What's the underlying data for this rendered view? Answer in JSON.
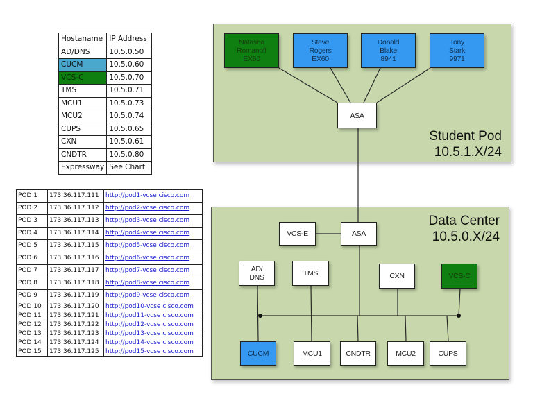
{
  "hostname_table": {
    "headers": [
      "Hostaname",
      "IP Address"
    ],
    "rows": [
      {
        "host": "AD/DNS",
        "ip": "10.5.0.50"
      },
      {
        "host": "CUCM",
        "ip": "10.5.0.60"
      },
      {
        "host": "VCS-C",
        "ip": "10.5.0.70"
      },
      {
        "host": "TMS",
        "ip": "10.5.0.71"
      },
      {
        "host": "MCU1",
        "ip": "10.5.0.73"
      },
      {
        "host": "MCU2",
        "ip": "10.5.0.74"
      },
      {
        "host": "CUPS",
        "ip": "10.5.0.65"
      },
      {
        "host": "CXN",
        "ip": "10.5.0.61"
      },
      {
        "host": "CNDTR",
        "ip": "10.5.0.80"
      },
      {
        "host": "Expressway",
        "ip": "See Chart"
      }
    ],
    "highlight_colors": {
      "CUCM": "#4aa8cc",
      "VCS-C": "#0e7f10"
    }
  },
  "pod_table": {
    "rows": [
      {
        "pod": "POD 1",
        "ip": "173.36.117.111",
        "url": "http://pod1-vcse cisco.com"
      },
      {
        "pod": "POD 2",
        "ip": "173.36.117.112",
        "url": "http://pod2-vcse cisco.com"
      },
      {
        "pod": "POD 3",
        "ip": "173.36.117.113",
        "url": "http://pod3-vcse cisco.com"
      },
      {
        "pod": "POD 4",
        "ip": "173.36.117.114",
        "url": "http://pod4-vcse cisco.com"
      },
      {
        "pod": "POD 5",
        "ip": "173.36.117.115",
        "url": "http://pod5-vcse cisco.com"
      },
      {
        "pod": "POD 6",
        "ip": "173.36.117.116",
        "url": "http://pod6-vcse cisco.com"
      },
      {
        "pod": "POD 7",
        "ip": "173.36.117.117",
        "url": "http://pod7-vcse cisco.com"
      },
      {
        "pod": "POD 8",
        "ip": "173.36.117.118",
        "url": "http://pod8-vcse cisco.com"
      },
      {
        "pod": "POD 9",
        "ip": "173.36.117.119",
        "url": "http://pod9-vcse cisco.com"
      },
      {
        "pod": "POD 10",
        "ip": "173.36.117.120",
        "url": "http://pod10-vcse cisco.com"
      },
      {
        "pod": "POD 11",
        "ip": "173.36.117.121",
        "url": "http://pod11-vcse cisco.com"
      },
      {
        "pod": "POD 12",
        "ip": "173.36.117.122",
        "url": "http://pod12-vcse cisco.com"
      },
      {
        "pod": "POD 13",
        "ip": "173.36.117.123",
        "url": "http://pod13-vcse cisco.com"
      },
      {
        "pod": "POD 14",
        "ip": "173.36.117.124",
        "url": "http://pod14-vcse cisco.com"
      },
      {
        "pod": "POD 15",
        "ip": "173.36.117.125",
        "url": "http://pod15-vcse cisco.com"
      }
    ]
  },
  "student_pod": {
    "title": "Student Pod",
    "subnet": "10.5.1.X/24",
    "background": "#c8d8ac",
    "endpoints": [
      {
        "label": "Natasha\nRomanoff\nEX60",
        "color": "green"
      },
      {
        "label": "Steve\nRogers\nEX60",
        "color": "blue"
      },
      {
        "label": "Donald\nBlake\n8941",
        "color": "blue"
      },
      {
        "label": "Tony\nStark\n9971",
        "color": "blue"
      }
    ],
    "firewall": "ASA"
  },
  "data_center": {
    "title": "Data Center",
    "subnet": "10.5.0.X/24",
    "background": "#c8d8ac",
    "nodes": {
      "asa": "ASA",
      "vcs_e": "VCS-E",
      "ad_dns": "AD/\nDNS",
      "tms": "TMS",
      "cxn": "CXN",
      "vcs_c": "VCS-C",
      "cucm": "CUCM",
      "mcu1": "MCU1",
      "cndtr": "CNDTR",
      "mcu2": "MCU2",
      "cups": "CUPS"
    }
  },
  "colors": {
    "green_node": "#0e7f10",
    "blue_node": "#3599f2",
    "link": "#1a1aee"
  }
}
